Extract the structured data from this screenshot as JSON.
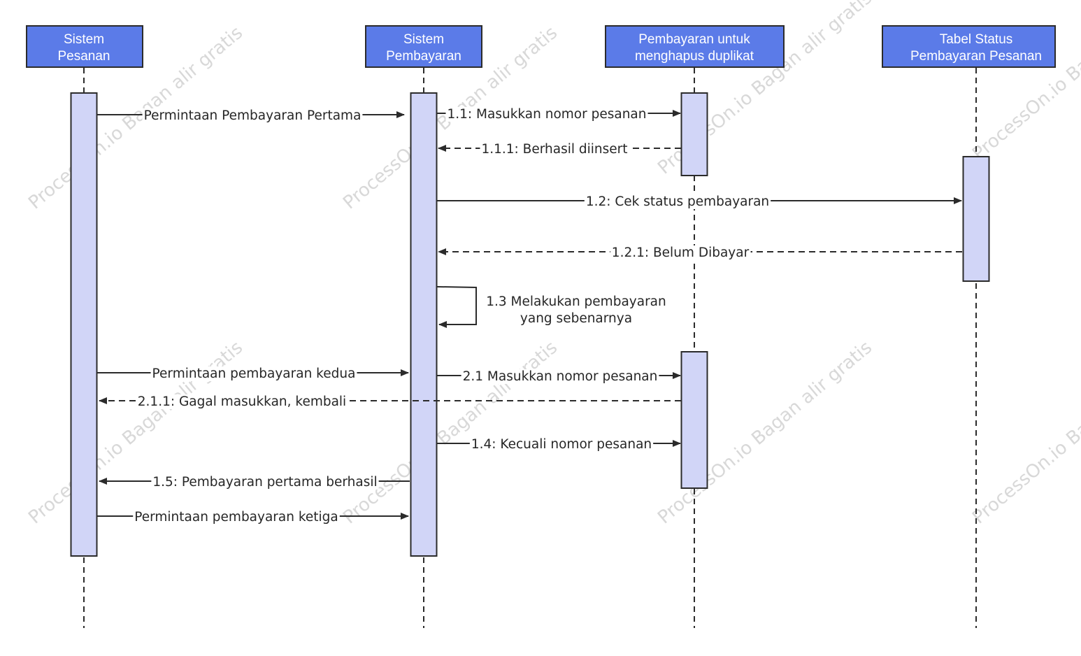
{
  "watermark": "ProcessOn.io Bagan alir gratis",
  "colors": {
    "header_fill": "#5b7be8",
    "activation_fill": "#d1d5f7",
    "stroke": "#2b2b2b",
    "watermark": "#d8d8d8"
  },
  "participants": [
    {
      "id": "sistem-pesanan",
      "lines": [
        "Sistem",
        "Pesanan"
      ]
    },
    {
      "id": "sistem-pembayaran",
      "lines": [
        "Sistem",
        "Pembayaran"
      ]
    },
    {
      "id": "pembayaran-hapus-duplikat",
      "lines": [
        "Pembayaran untuk",
        "menghapus duplikat"
      ]
    },
    {
      "id": "tabel-status",
      "lines": [
        "Tabel Status",
        "Pembayaran Pesanan"
      ]
    }
  ],
  "messages": [
    {
      "from": 0,
      "to": 1,
      "dashed": false,
      "lines": [
        "Permintaan Pembayaran Pertama"
      ]
    },
    {
      "from": 1,
      "to": 2,
      "dashed": false,
      "lines": [
        "1.1: Masukkan nomor pesanan"
      ]
    },
    {
      "from": 2,
      "to": 1,
      "dashed": true,
      "lines": [
        "1.1.1: Berhasil diinsert"
      ]
    },
    {
      "from": 1,
      "to": 3,
      "dashed": false,
      "lines": [
        "1.2: Cek status pembayaran"
      ]
    },
    {
      "from": 3,
      "to": 1,
      "dashed": true,
      "lines": [
        "1.2.1: Belum Dibayar"
      ]
    },
    {
      "from": 1,
      "to": 1,
      "dashed": false,
      "self": true,
      "lines": [
        "1.3 Melakukan pembayaran",
        "yang sebenarnya"
      ]
    },
    {
      "from": 0,
      "to": 1,
      "dashed": false,
      "lines": [
        "Permintaan pembayaran kedua"
      ]
    },
    {
      "from": 1,
      "to": 2,
      "dashed": false,
      "lines": [
        "2.1 Masukkan nomor pesanan"
      ]
    },
    {
      "from": 2,
      "to": 0,
      "dashed": true,
      "lines": [
        "2.1.1: Gagal masukkan, kembali"
      ]
    },
    {
      "from": 1,
      "to": 2,
      "dashed": false,
      "lines": [
        "1.4: Kecuali nomor pesanan"
      ]
    },
    {
      "from": 1,
      "to": 0,
      "dashed": false,
      "lines": [
        "1.5: Pembayaran pertama berhasil"
      ]
    },
    {
      "from": 0,
      "to": 1,
      "dashed": false,
      "lines": [
        "Permintaan pembayaran ketiga"
      ]
    }
  ]
}
